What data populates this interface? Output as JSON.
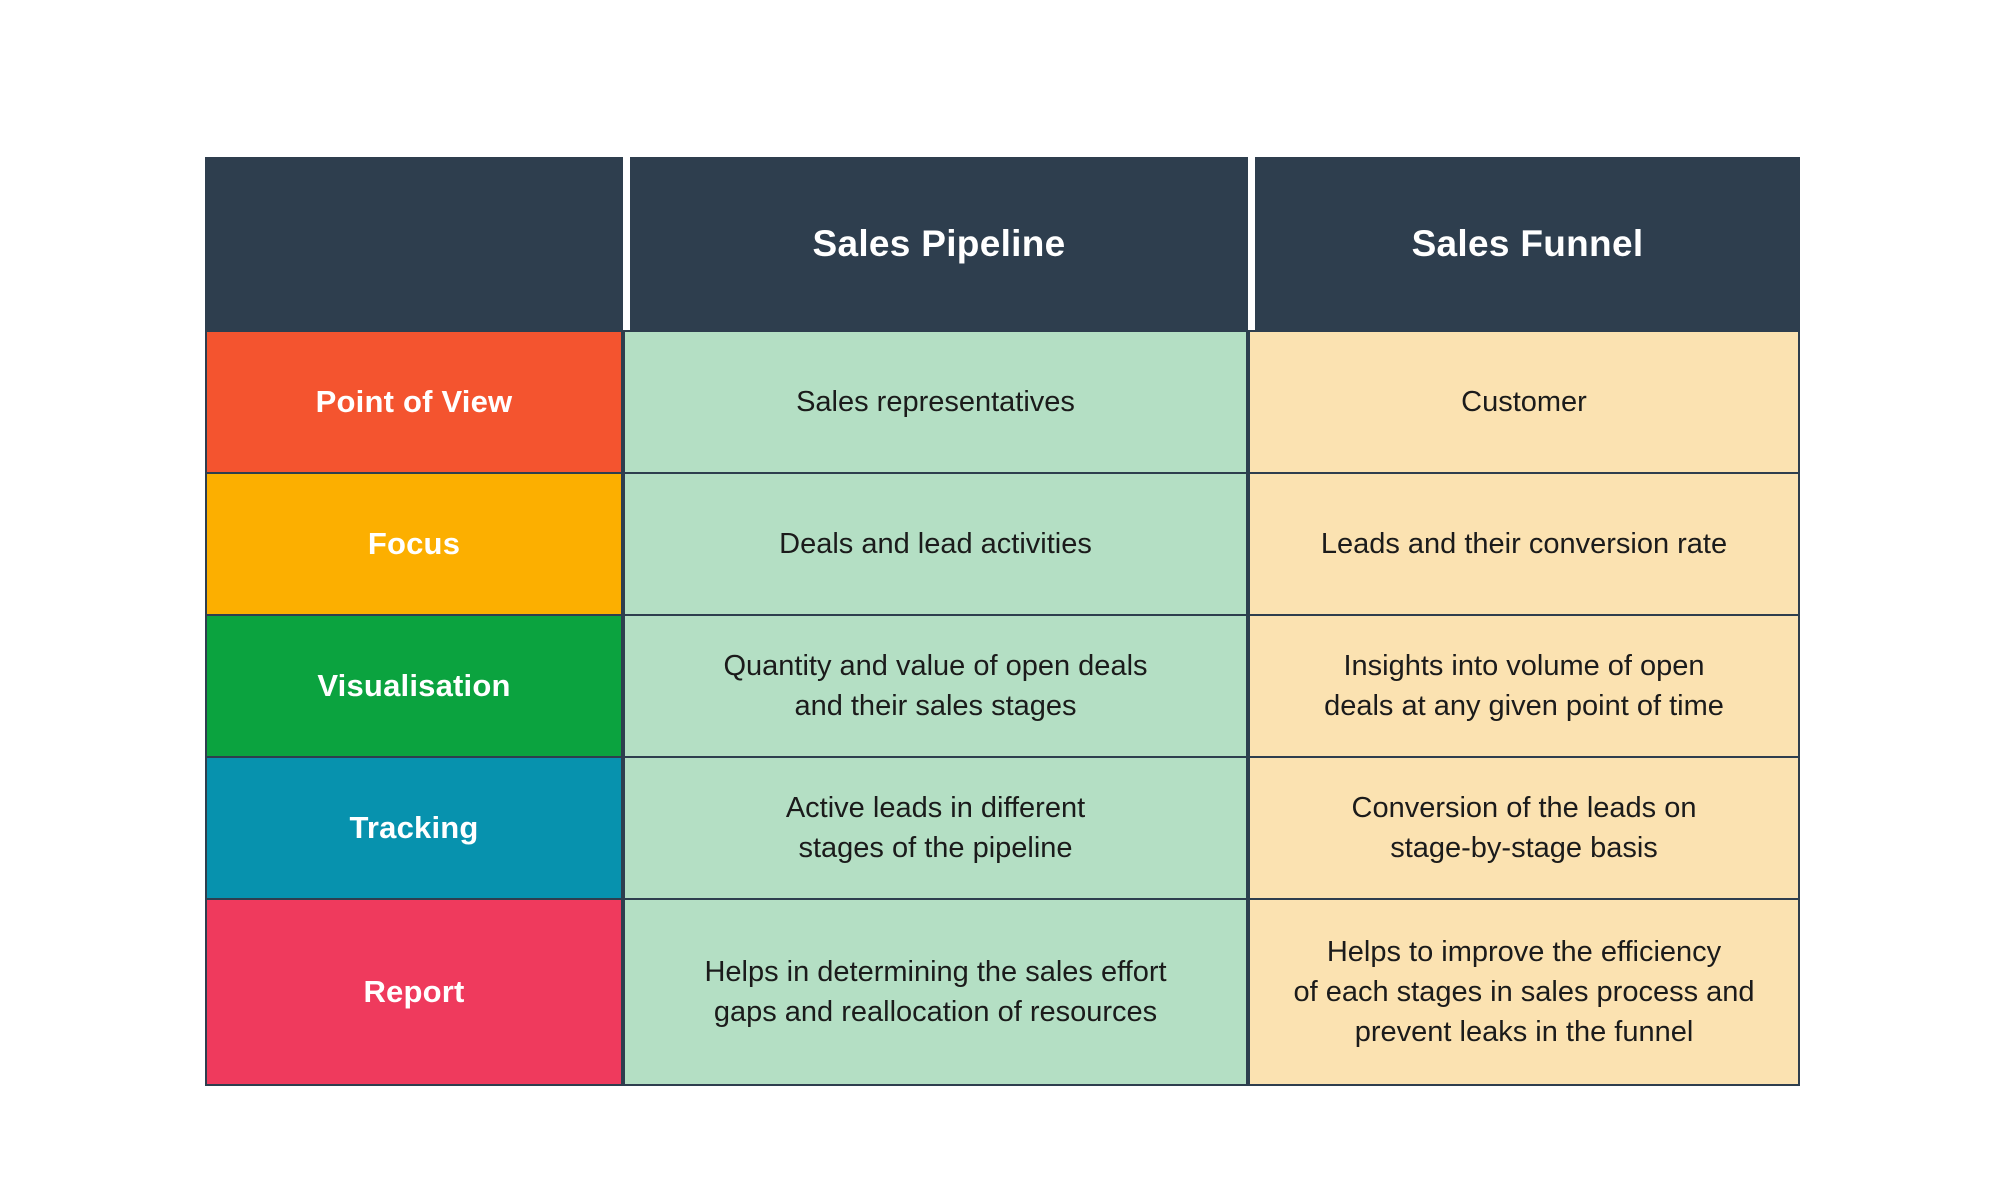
{
  "table": {
    "headers": {
      "corner": "",
      "column_one": "Sales Pipeline",
      "column_two": "Sales Funnel"
    },
    "rows": [
      {
        "label": "Point of View",
        "label_color": "#F4542F",
        "pipeline": [
          "Sales representatives"
        ],
        "funnel": [
          "Customer"
        ]
      },
      {
        "label": "Focus",
        "label_color": "#FCAF00",
        "pipeline": [
          "Deals and lead activities"
        ],
        "funnel": [
          "Leads and their conversion rate"
        ]
      },
      {
        "label": "Visualisation",
        "label_color": "#0BA33F",
        "pipeline": [
          "Quantity and value of open deals",
          "and their sales stages"
        ],
        "funnel": [
          "Insights into volume of open",
          "deals at any given point of time"
        ]
      },
      {
        "label": "Tracking",
        "label_color": "#0792AE",
        "pipeline": [
          "Active leads in different",
          "stages of the pipeline"
        ],
        "funnel": [
          "Conversion of the leads on",
          "stage-by-stage basis"
        ]
      },
      {
        "label": "Report",
        "label_color": "#EF3A5D",
        "pipeline": [
          "Helps in determining the sales effort",
          "gaps and reallocation of resources"
        ],
        "funnel": [
          "Helps to improve the efficiency",
          "of each stages in sales process and",
          "prevent leaks in the funnel"
        ]
      }
    ]
  },
  "colors": {
    "header_background": "#2E3E4E",
    "header_text": "#FFFFFF",
    "pipeline_cell_background": "#B4DFC4",
    "funnel_cell_background": "#FBE2B1",
    "border": "#2E3E4E",
    "page_background": "#FFFFFF",
    "body_text": "#1B1B1B"
  }
}
